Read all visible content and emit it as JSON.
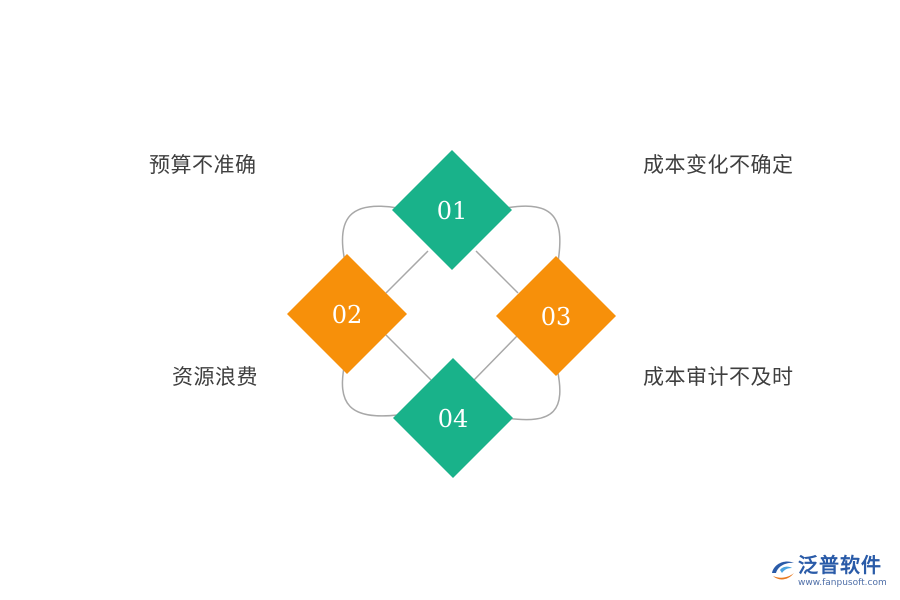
{
  "nodes": [
    {
      "number": "01",
      "color": "#19b28a"
    },
    {
      "number": "02",
      "color": "#f7900a"
    },
    {
      "number": "03",
      "color": "#f7900a"
    },
    {
      "number": "04",
      "color": "#19b28a"
    }
  ],
  "labels": {
    "top_left": "预算不准确",
    "top_right": "成本变化不确定",
    "bottom_left": "资源浪费",
    "bottom_right": "成本审计不及时"
  },
  "connector_color": "#a8a8a8",
  "watermark": {
    "name": "泛普软件",
    "url": "www.fanpusoft.com",
    "icon": "fanpu-logo-icon"
  }
}
